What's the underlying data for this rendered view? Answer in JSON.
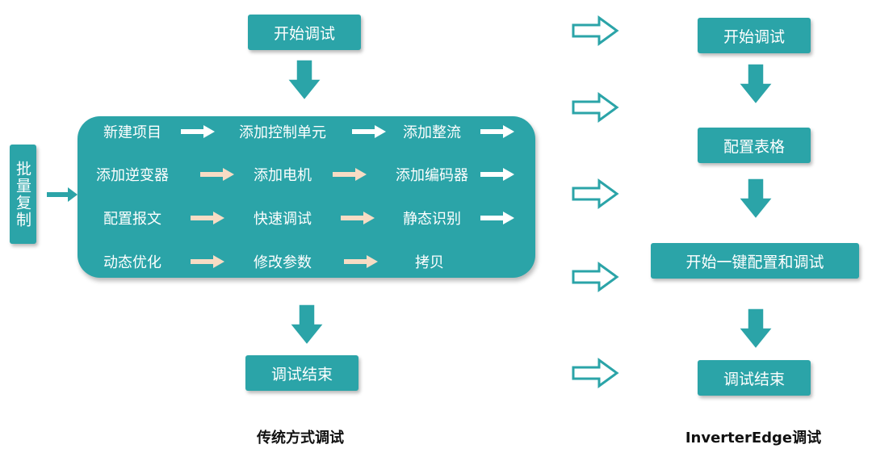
{
  "left": {
    "start": "开始调试",
    "batch_copy": "批量复制",
    "steps": [
      [
        "新建项目",
        "添加控制单元",
        "添加整流"
      ],
      [
        "添加逆变器",
        "添加电机",
        "添加编码器"
      ],
      [
        "配置报文",
        "快速调试",
        "静态识别"
      ],
      [
        "动态优化",
        "修改参数",
        "拷贝"
      ]
    ],
    "end": "调试结束",
    "caption": "传统方式调试"
  },
  "right": {
    "start": "开始调试",
    "config_table": "配置表格",
    "one_click": "开始一键配置和调试",
    "end": "调试结束",
    "caption": "InverterEdge调试"
  },
  "colors": {
    "teal": "#2ba4a8",
    "arrow_light": "#f7dcc4",
    "white": "#ffffff"
  }
}
